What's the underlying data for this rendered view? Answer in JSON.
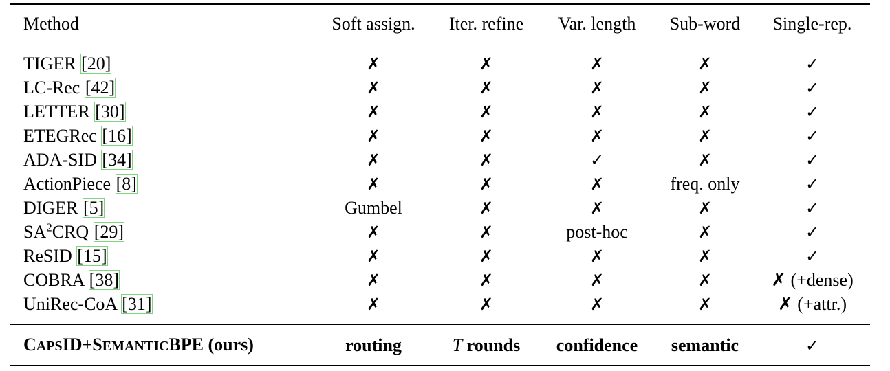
{
  "table": {
    "header": {
      "method": "Method",
      "columns": [
        "Soft assign.",
        "Iter. refine",
        "Var. length",
        "Sub-word",
        "Single-rep."
      ]
    },
    "rows": [
      {
        "name": "TIGER",
        "ref": "[20]",
        "cells": [
          "✗",
          "✗",
          "✗",
          "✗",
          "✓"
        ]
      },
      {
        "name": "LC-Rec",
        "ref": "[42]",
        "cells": [
          "✗",
          "✗",
          "✗",
          "✗",
          "✓"
        ]
      },
      {
        "name": "LETTER",
        "ref": "[30]",
        "cells": [
          "✗",
          "✗",
          "✗",
          "✗",
          "✓"
        ]
      },
      {
        "name": "ETEGRec",
        "ref": "[16]",
        "cells": [
          "✗",
          "✗",
          "✗",
          "✗",
          "✓"
        ]
      },
      {
        "name": "ADA-SID",
        "ref": "[34]",
        "cells": [
          "✗",
          "✗",
          "✓",
          "✗",
          "✓"
        ]
      },
      {
        "name": "ActionPiece",
        "ref": "[8]",
        "cells": [
          "✗",
          "✗",
          "✗",
          "freq. only",
          "✓"
        ]
      },
      {
        "name": "DIGER",
        "ref": "[5]",
        "cells": [
          "Gumbel",
          "✗",
          "✗",
          "✗",
          "✓"
        ]
      },
      {
        "name_pre": "SA",
        "name_sup": "2",
        "name": "CRQ",
        "ref": "[29]",
        "cells": [
          "✗",
          "✗",
          "post-hoc",
          "✗",
          "✓"
        ]
      },
      {
        "name": "ReSID",
        "ref": "[15]",
        "cells": [
          "✗",
          "✗",
          "✗",
          "✗",
          "✓"
        ]
      },
      {
        "name": "COBRA",
        "ref": "[38]",
        "cells": [
          "✗",
          "✗",
          "✗",
          "✗",
          "✗ (+dense)"
        ]
      },
      {
        "name": "UniRec-CoA",
        "ref": "[31]",
        "cells": [
          "✗",
          "✗",
          "✗",
          "✗",
          "✗ (+attr.)"
        ]
      }
    ],
    "ours": {
      "name_parts": [
        "C",
        "APS",
        "ID+S",
        "EMANTIC",
        "BPE",
        " (ours)"
      ],
      "cells": [
        "routing",
        "T",
        " rounds",
        "confidence",
        "semantic",
        "✓"
      ]
    }
  }
}
